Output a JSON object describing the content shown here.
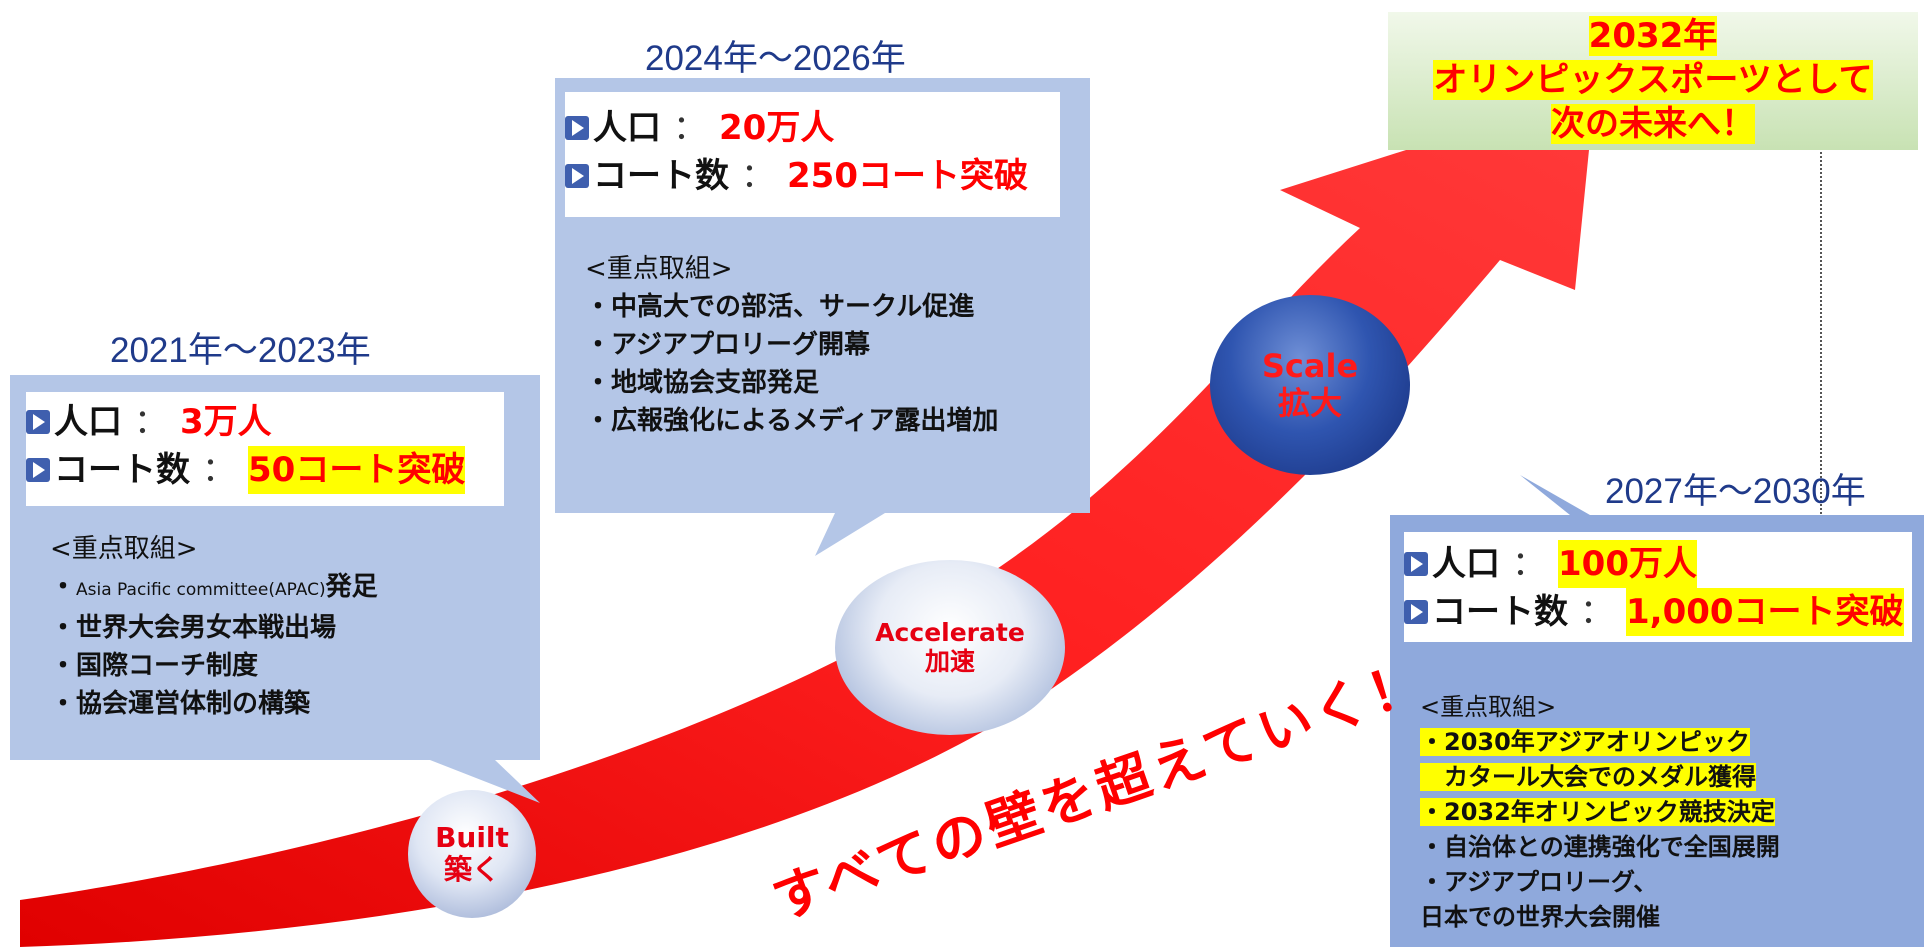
{
  "goal": {
    "year": "2032年",
    "line1": "オリンピックスポーツとして",
    "line2": "次の未来へ！"
  },
  "phases": [
    {
      "period": "2021年〜2023年",
      "stats": [
        {
          "label": "人口",
          "separator": "：",
          "value": "3万人",
          "highlight": false
        },
        {
          "label": "コート数",
          "separator": "：",
          "value": "50コート突破",
          "highlight": true
        }
      ],
      "focus_title": "<重点取組>",
      "focus_items": [
        {
          "bullet": "・",
          "small": "Asia Pacific committee(APAC)",
          "text": "発足"
        },
        {
          "bullet": "・",
          "small": "",
          "text": "世界大会男女本戦出場"
        },
        {
          "bullet": "・",
          "small": "",
          "text": "国際コーチ制度"
        },
        {
          "bullet": "・",
          "small": "",
          "text": "協会運営体制の構築"
        }
      ]
    },
    {
      "period": "2024年〜2026年",
      "stats": [
        {
          "label": "人口",
          "separator": "：",
          "value": "20万人",
          "highlight": false
        },
        {
          "label": "コート数",
          "separator": "：",
          "value": "250コート突破",
          "highlight": false
        }
      ],
      "focus_title": "<重点取組>",
      "focus_items": [
        "・中高大での部活、サークル促進",
        "・アジアプロリーグ開幕",
        "・地域協会支部発足",
        "・広報強化によるメディア露出増加"
      ]
    },
    {
      "period": "2027年〜2030年",
      "stats": [
        {
          "label": "人口",
          "separator": "：",
          "value": "100万人",
          "highlight": true
        },
        {
          "label": "コート数",
          "separator": "：",
          "value": "1,000コート突破",
          "highlight": true
        }
      ],
      "focus_title": "<重点取組>",
      "focus_items": [
        {
          "text": "・2030年アジアオリンピック",
          "highlight": true
        },
        {
          "text": "　カタール大会でのメダル獲得",
          "highlight": true
        },
        {
          "text": "・2032年オリンピック競技決定",
          "highlight": true
        },
        {
          "text": "・自治体との連携強化で全国展開",
          "highlight": false
        },
        {
          "text": "・アジアプロリーグ、",
          "highlight": false
        },
        {
          "text": "日本での世界大会開催",
          "highlight": false
        }
      ]
    }
  ],
  "stages": [
    {
      "en": "Built",
      "jp": "築く"
    },
    {
      "en": "Accelerate",
      "jp": "加速"
    },
    {
      "en": "Scale",
      "jp": "拡大"
    }
  ],
  "slogan": "すべての壁を超えていく！",
  "colors": {
    "arrow": "#ff1a1a",
    "callout_fill": "#b4c6e7",
    "value_red": "#ff0000",
    "highlight": "#ffff00",
    "period_text": "#1f3a8a",
    "circle_dark_blue": "#1a3a8c"
  }
}
